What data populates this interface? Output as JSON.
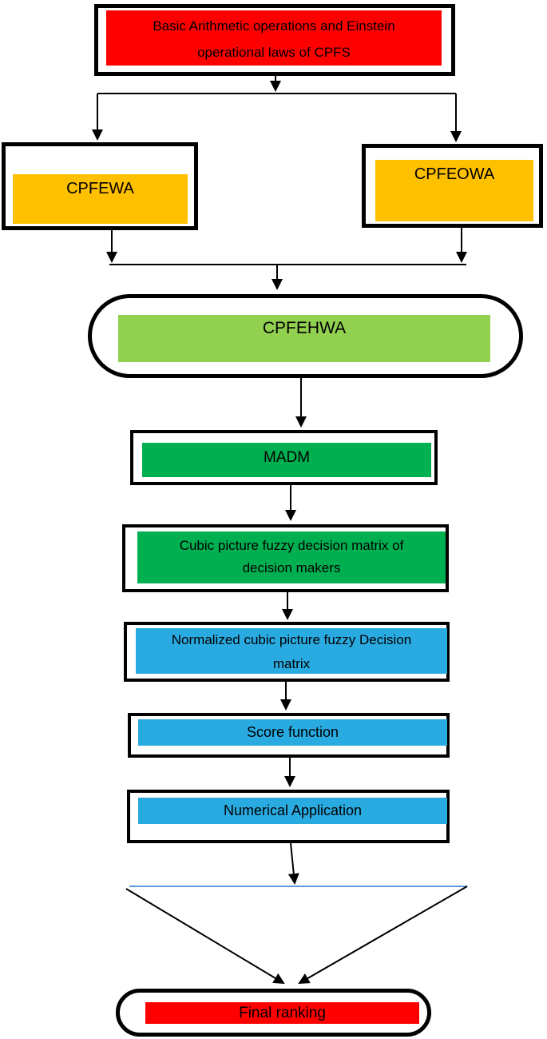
{
  "colors": {
    "red": "#FF0000",
    "orange": "#FFC000",
    "light_green": "#92D050",
    "green": "#00B050",
    "blue": "#29ABE2",
    "funnel_line_blue": "#5B9BD5",
    "border": "#000000"
  },
  "nodes": {
    "basic_ops": {
      "shape": "rectangle",
      "fill": "#FF0000",
      "lines": [
        "Basic Arithmetic operations and Einstein",
        "operational laws of CPFS"
      ]
    },
    "cpfewa": {
      "shape": "rectangle",
      "fill": "#FFC000",
      "label": "CPFEWA"
    },
    "cpfeowa": {
      "shape": "rectangle",
      "fill": "#FFC000",
      "label": "CPFEOWA"
    },
    "cpfehwa": {
      "shape": "stadium",
      "fill": "#92D050",
      "label": "CPFEHWA"
    },
    "madm": {
      "shape": "rectangle",
      "fill": "#00B050",
      "label": "MADM"
    },
    "cubic_matrix": {
      "shape": "rectangle",
      "fill": "#00B050",
      "lines": [
        "Cubic picture fuzzy decision matrix of",
        "decision makers"
      ]
    },
    "normalized_matrix": {
      "shape": "rectangle",
      "fill": "#29ABE2",
      "lines": [
        "Normalized cubic picture fuzzy Decision",
        "matrix"
      ]
    },
    "score_function": {
      "shape": "rectangle",
      "fill": "#29ABE2",
      "label": "Score function"
    },
    "numerical_application": {
      "shape": "rectangle",
      "fill": "#29ABE2",
      "label": "Numerical Application"
    },
    "final_ranking": {
      "shape": "stadium",
      "fill": "#FF0000",
      "label": "Final ranking"
    }
  }
}
